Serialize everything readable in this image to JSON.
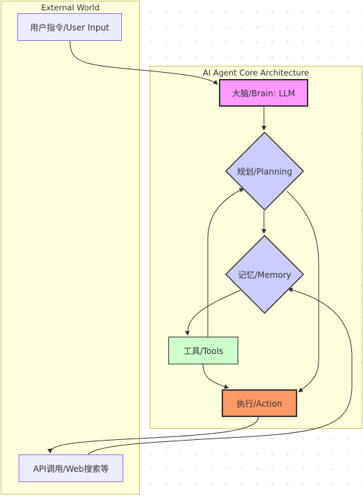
{
  "clusters": {
    "external": {
      "title": "External World"
    },
    "core": {
      "title": "AI Agent Core Architecture"
    }
  },
  "nodes": {
    "user_input": {
      "label": "用户指令/User Input"
    },
    "brain": {
      "label": "大脑/Brain: LLM"
    },
    "planning": {
      "label": "规划/Planning"
    },
    "memory": {
      "label": "记忆/Memory"
    },
    "tools": {
      "label": "工具/Tools"
    },
    "action": {
      "label": "执行/Action"
    },
    "api": {
      "label": "API调用/Web搜索等"
    }
  },
  "edges": [
    {
      "from": "user_input",
      "to": "brain"
    },
    {
      "from": "brain",
      "to": "planning"
    },
    {
      "from": "planning",
      "to": "memory"
    },
    {
      "from": "planning",
      "to": "action"
    },
    {
      "from": "memory",
      "to": "tools"
    },
    {
      "from": "tools",
      "to": "planning"
    },
    {
      "from": "tools",
      "to": "action"
    },
    {
      "from": "action",
      "to": "api"
    },
    {
      "from": "api",
      "to": "memory"
    }
  ],
  "colors": {
    "cluster_fill": "#ffffde",
    "cluster_border": "#c8c864",
    "default_node_fill": "#ececff",
    "default_node_border": "#9370db",
    "brain_fill": "#ff99ff",
    "decision_fill": "#ccccff",
    "tools_fill": "#ccffcc",
    "action_fill": "#ff9966",
    "edge_color": "#333333"
  }
}
